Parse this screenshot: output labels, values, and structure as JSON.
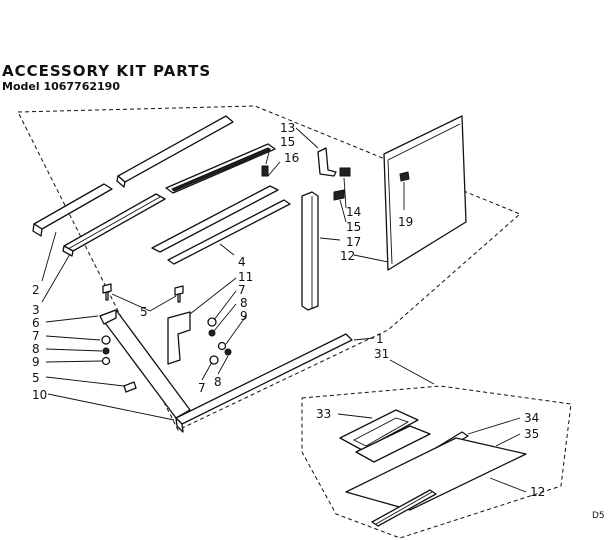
{
  "header": {
    "title": "ACCESSORY KIT PARTS",
    "model": "Model 1067762190"
  },
  "callouts": [
    "2",
    "3",
    "6",
    "7",
    "8",
    "9",
    "5",
    "10",
    "5",
    "11",
    "7",
    "8",
    "9",
    "7",
    "8",
    "4",
    "13",
    "15",
    "16",
    "14",
    "15",
    "17",
    "12",
    "19",
    "1",
    "31",
    "33",
    "34",
    "35",
    "12"
  ],
  "corner_code": "D5"
}
